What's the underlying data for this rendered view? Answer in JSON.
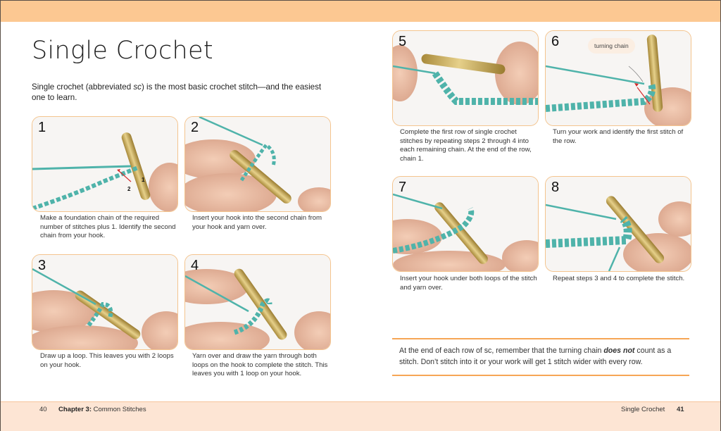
{
  "page": {
    "title": "Single Crochet",
    "intro_before": "Single crochet (abbreviated ",
    "intro_abbrev": "sc",
    "intro_after": ") is the most basic crochet stitch—and the easiest one to learn."
  },
  "colors": {
    "top_band": "#fcc892",
    "bottom_band": "#fde5d4",
    "panel_border": "#f4c48e",
    "rule_orange": "#f6a655",
    "yarn": "#4fb3aa",
    "hook": "#c9a84d",
    "arrow_red": "#d42a2a"
  },
  "steps": [
    {
      "num": "1",
      "caption": "Make a foundation chain of the required number of stitches plus 1. Identify the second chain from your hook.",
      "labels": [
        "1",
        "2"
      ]
    },
    {
      "num": "2",
      "caption": "Insert your hook into the second chain from your hook and yarn over."
    },
    {
      "num": "3",
      "caption": "Draw up a loop. This leaves you with 2 loops on your hook."
    },
    {
      "num": "4",
      "caption": "Yarn over and draw the yarn through both loops on the hook to complete the stitch. This leaves you with 1 loop on your hook."
    },
    {
      "num": "5",
      "caption": "Complete the first row of single crochet stitches by repeating steps 2 through 4 into each remaining chain. At the end of the row, chain 1."
    },
    {
      "num": "6",
      "caption": "Turn your work and identify the first stitch of the row.",
      "callout": "turning chain"
    },
    {
      "num": "7",
      "caption": "Insert your hook under both loops of the stitch and yarn over."
    },
    {
      "num": "8",
      "caption": "Repeat steps 3 and 4 to complete the stitch."
    }
  ],
  "tip": {
    "before": "At the end of each row of sc, remember that the turning chain ",
    "emphasis": "does not",
    "after": " count as a stitch. Don’t stitch into it or your work will get 1 stitch wider with every row."
  },
  "footer": {
    "left_page_num": "40",
    "chapter_label": "Chapter 3:",
    "chapter_name": " Common Stitches",
    "right_title": "Single Crochet",
    "right_page_num": "41"
  }
}
